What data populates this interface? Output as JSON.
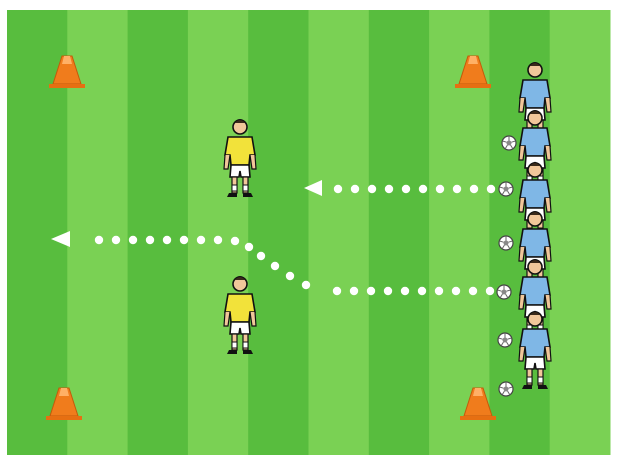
{
  "diagram": {
    "kind": "soccer-drill",
    "pitch": {
      "stripe_colors": [
        "#58bd3e",
        "#7ad154"
      ],
      "stripe_count": 10,
      "border_color": "#ffffff"
    },
    "cones": {
      "count": 4,
      "color": "#f07c1c",
      "corner_placement": [
        "top-left",
        "top-right",
        "bottom-left",
        "bottom-right"
      ]
    },
    "defenders": {
      "count": 2,
      "shirt_color": "#f2e23a",
      "shorts_color": "#ffffff",
      "position": "center"
    },
    "attackers": {
      "count": 6,
      "shirt_color": "#7fb7e6",
      "shorts_color": "#ffffff",
      "position": "right column"
    },
    "balls": {
      "count": 6,
      "color": "#ffffff"
    },
    "passes": [
      {
        "from": "right",
        "to": "center",
        "style": "dotted-arrow"
      },
      {
        "from": "right",
        "to": "left",
        "style": "dotted-arrow-curved"
      }
    ]
  }
}
